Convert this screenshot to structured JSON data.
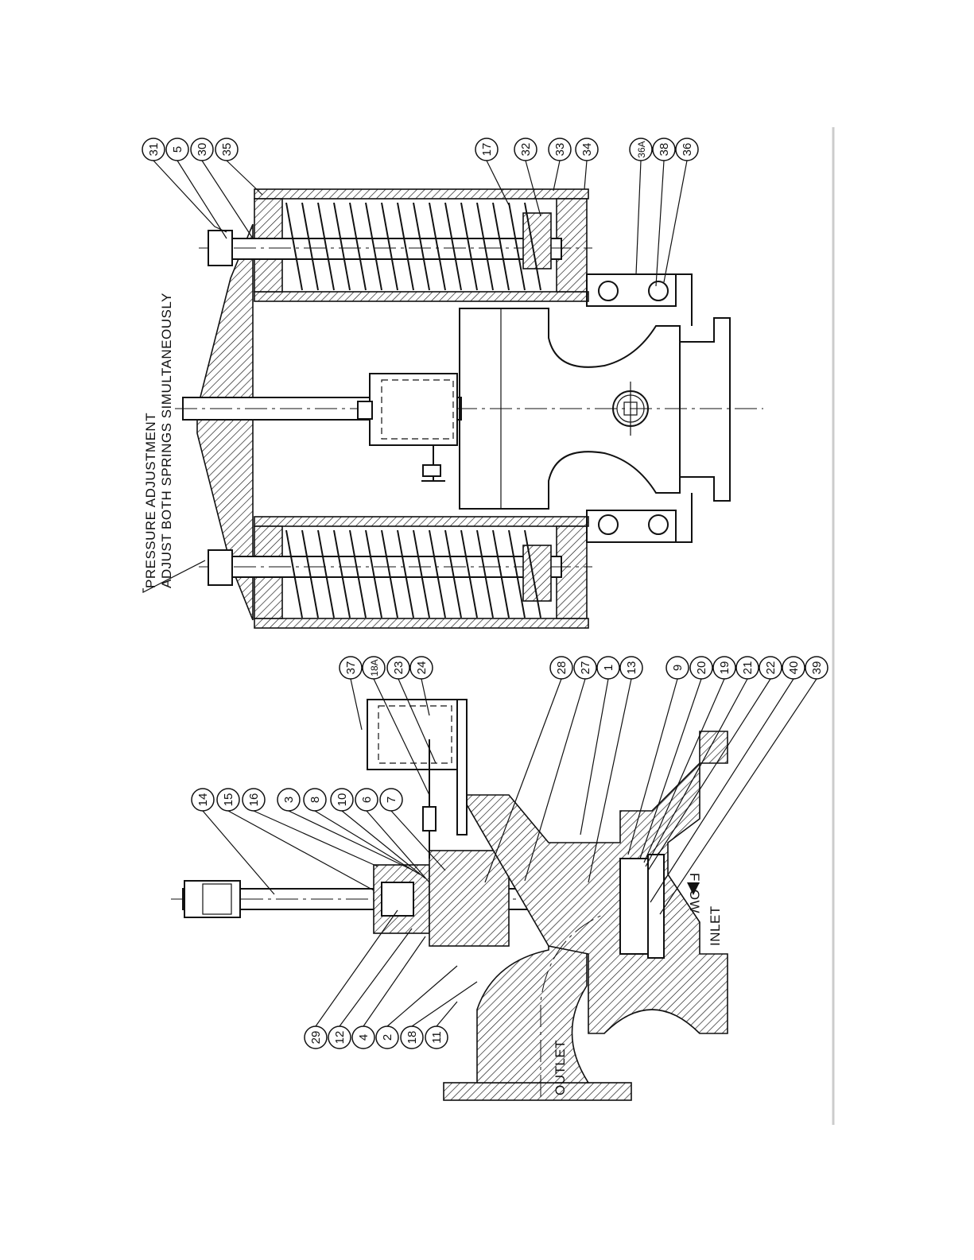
{
  "notes": {
    "pressure_line1": "PRESSURE ADJUSTMENT",
    "pressure_line2": "ADJUST BOTH SPRINGS SIMULTANEOUSLY",
    "outlet": "OUTLET",
    "inlet": "INLET",
    "flow": "FLOW"
  },
  "callouts_top": [
    "31",
    "5",
    "30",
    "35",
    "17",
    "32",
    "33",
    "34",
    "36A",
    "38",
    "36"
  ],
  "callouts_mid": [
    "37",
    "18A",
    "23",
    "24",
    "28",
    "27",
    "1",
    "13",
    "9",
    "20",
    "19",
    "21",
    "22",
    "40",
    "39"
  ],
  "callouts_left": [
    "14",
    "15",
    "16",
    "3",
    "8",
    "10",
    "6",
    "7"
  ],
  "callouts_bottom": [
    "29",
    "12",
    "4",
    "2",
    "18",
    "11"
  ]
}
